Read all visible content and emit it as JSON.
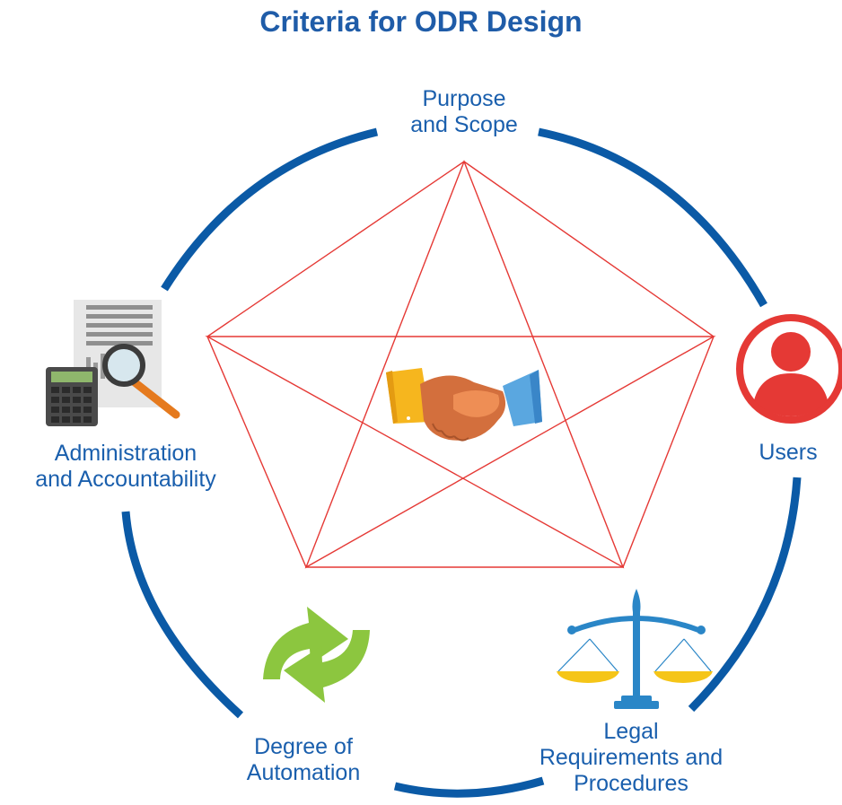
{
  "title": "Criteria for ODR Design",
  "nodes": {
    "purpose": {
      "line1": "Purpose",
      "line2": "and Scope"
    },
    "users": {
      "line1": "Users"
    },
    "legal": {
      "line1": "Legal",
      "line2": "Requirements and",
      "line3": "Procedures"
    },
    "automation": {
      "line1": "Degree of",
      "line2": "Automation"
    },
    "administration": {
      "line1": "Administration",
      "line2": "and Accountability"
    }
  },
  "icons": {
    "center": "handshake-icon",
    "purpose": "none",
    "users": "user-profile-icon",
    "legal": "scales-of-justice-icon",
    "automation": "refresh-arrows-icon",
    "administration": "calculator-report-magnifier-icon"
  },
  "colors": {
    "title": "#1f5ca8",
    "labels": "#1a5fad",
    "ring": "#0b5aa6",
    "star": "#e53935",
    "user_icon": "#e53935",
    "automation_icon": "#8cc63f",
    "scales": "#2a86c7",
    "scale_pans": "#f5c518"
  }
}
